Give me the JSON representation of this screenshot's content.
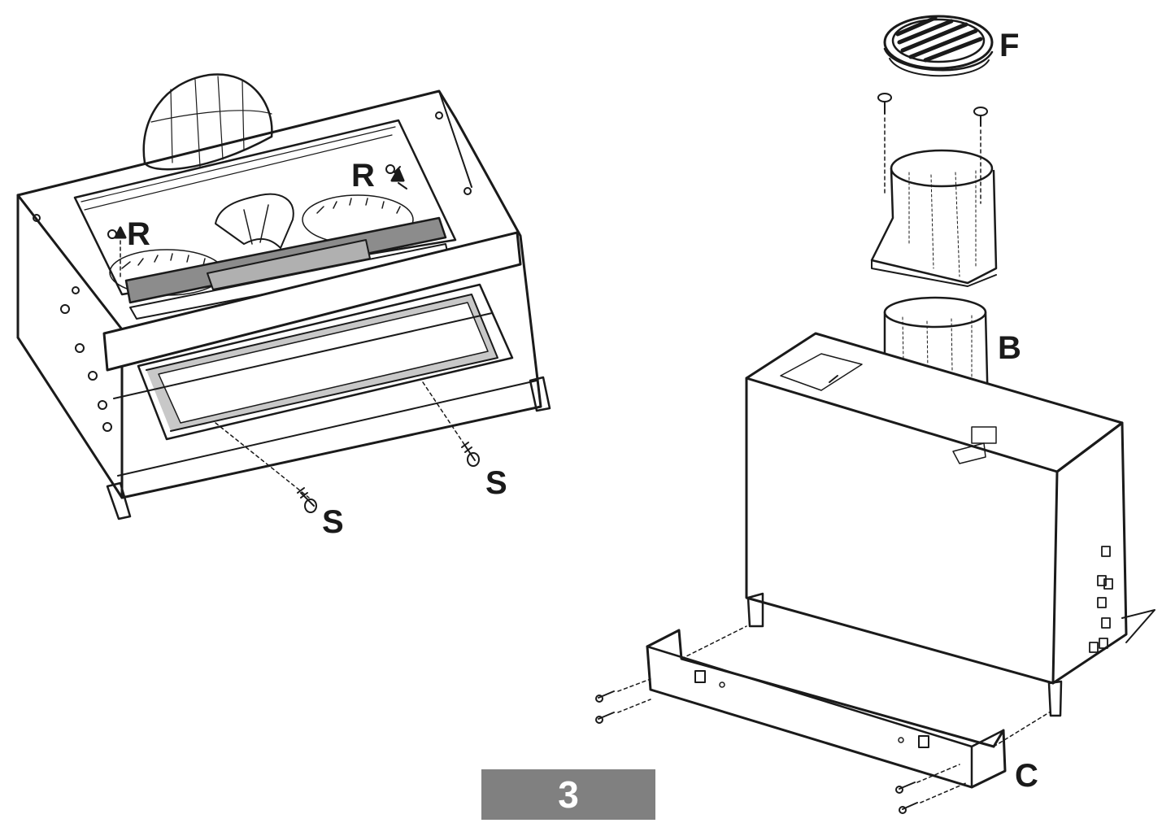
{
  "labels": {
    "r_left": "R",
    "r_right": "R",
    "s_left": "S",
    "s_right": "S",
    "f": "F",
    "b": "B",
    "c": "C"
  },
  "step": {
    "number": "3"
  },
  "colors": {
    "line": "#1a1a1a",
    "step_box": "#808080",
    "step_text": "#ffffff",
    "panel_shade": "#8c8c8c"
  }
}
